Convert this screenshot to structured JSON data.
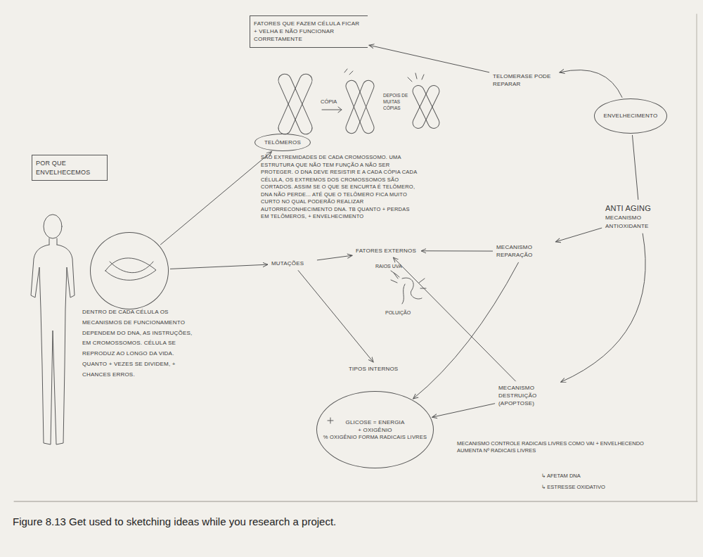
{
  "diagram": {
    "caption": "Figure 8.13 Get used to sketching ideas while you research a project.",
    "nodes": [
      {
        "text": [
          "POR QUE ENVELHECEMOS"
        ]
      },
      {
        "text": [
          "DENTRO DE CADA CÉLULA OS MECANISMOS DE FUNCIONAMENTO DEPENDEM DO DNA, AS INSTRUÇÕES, EM CROMOSSOMOS. CÉLULA SE REPRODUZ AO LONGO DA VIDA. QUANTO + VEZES SE DIVIDEM, + CHANCES ERROS."
        ]
      },
      {
        "text": [
          "FATORES QUE FAZEM CÉLULA FICAR + VELHA E NÃO FUNCIONAR CORRETAMENTE"
        ]
      },
      {
        "text": [
          "TELÔMEROS",
          "SÃO EXTREMIDADES DE CADA CROMOSSOMO. UMA ESTRUTURA QUE NÃO TEM FUNÇÃO A NÃO SER PROTEGER. O DNA DEVE RESISTIR E A CADA CÓPIA CADA CÉLULA, OS EXTREMOS DOS CROMOSSOMOS SÃO CORTADOS. ASSIM SE O QUE SE ENCURTA É TELÔMERO, DNA NÃO PERDE... ATÉ QUE O TELÔMERO FICA MUITO CURTO NO QUAL PODERÃO REALIZAR AUTORRECONHECIMENTO DNA. TB QUANTO + PERDAS EM TELÔMEROS, + ENVELHECIMENTO"
        ]
      },
      {
        "text": [
          "TELOMERASE PODE REPARAR"
        ]
      },
      {
        "text": [
          "ENVELHECIMENTO"
        ]
      },
      {
        "text": [
          "ANTI AGING",
          "MECANISMO ANTIOXIDANTE"
        ]
      },
      {
        "text": [
          "MUTAÇÕES"
        ]
      },
      {
        "text": [
          "FATORES EXTERNOS"
        ]
      },
      {
        "text": [
          "MECANISMO REPARAÇÃO"
        ]
      },
      {
        "text": [
          "TIPOS INTERNOS"
        ]
      },
      {
        "text": [
          "GLICOSE = ENERGIA",
          "+ OXIGÊNIO",
          "% OXIGÊNIO FORMA RADICAIS LIVRES"
        ]
      },
      {
        "text": [
          "MECANISMO DESTRUIÇÃO (APOPTOSE)"
        ]
      }
    ],
    "edges": [
      {
        "from": 1,
        "to": 3,
        "arrow": "to"
      },
      {
        "from": 1,
        "to": 7,
        "arrow": "to"
      },
      {
        "from": 7,
        "to": 8,
        "arrow": "to"
      },
      {
        "from": 7,
        "to": 10,
        "arrow": "to"
      },
      {
        "from": 4,
        "to": 2,
        "arrow": "to"
      },
      {
        "from": 5,
        "to": 4,
        "arrow": "to"
      },
      {
        "from": 6,
        "to": 5,
        "arrow": "none"
      },
      {
        "from": 6,
        "to": 9,
        "arrow": "to"
      },
      {
        "from": 6,
        "to": 12,
        "arrow": "to"
      },
      {
        "from": 9,
        "to": 8,
        "arrow": "to"
      },
      {
        "from": 9,
        "to": 11,
        "arrow": "to"
      },
      {
        "from": 12,
        "to": 8,
        "arrow": "to"
      },
      {
        "from": 12,
        "to": 11,
        "arrow": "to"
      }
    ],
    "labels": [
      "CÓPIA",
      "DEPOIS DE MUITAS CÓPIAS",
      "RAIOS UVA",
      "POLUIÇÃO",
      "MECANISMO CONTROLE RADICAIS LIVRES COMO VAI + ENVELHECENDO AUMENTA Nº RADICAIS LIVRES",
      "↳ AFETAM DNA",
      "↳ ESTRESSE OXIDATIVO"
    ]
  }
}
